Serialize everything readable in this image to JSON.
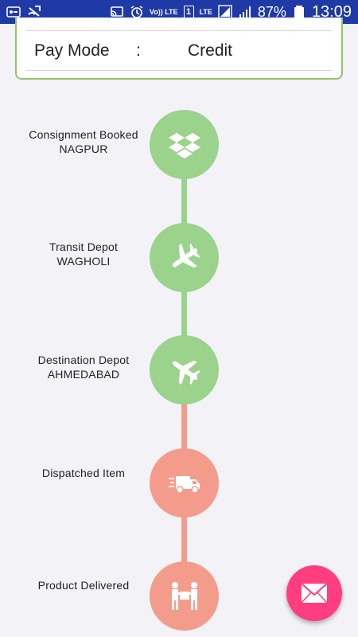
{
  "status_bar": {
    "volte": "Vo)) LTE",
    "sim": "1",
    "lte": "LTE",
    "battery": "87%",
    "time": "13:09"
  },
  "payment": {
    "label": "Pay Mode",
    "separator": ":",
    "value": "Credit"
  },
  "timeline": {
    "steps": [
      {
        "title": "Consignment Booked",
        "place": "NAGPUR",
        "icon": "dropbox-icon",
        "color": "#9bd28c"
      },
      {
        "title": "Transit Depot",
        "place": "WAGHOLI",
        "icon": "airplane-icon",
        "color": "#9bd28c"
      },
      {
        "title": "Destination Depot",
        "place": "AHMEDABAD",
        "icon": "airplane-landing-icon",
        "color": "#9bd28c"
      },
      {
        "title": "Dispatched Item",
        "place": "",
        "icon": "delivery-truck-icon",
        "color": "#f49c8c"
      },
      {
        "title": "Product Delivered",
        "place": "",
        "icon": "handover-icon",
        "color": "#f49c8c"
      }
    ]
  },
  "fab": {
    "icon": "mail-icon",
    "color": "#ff3d7f"
  }
}
